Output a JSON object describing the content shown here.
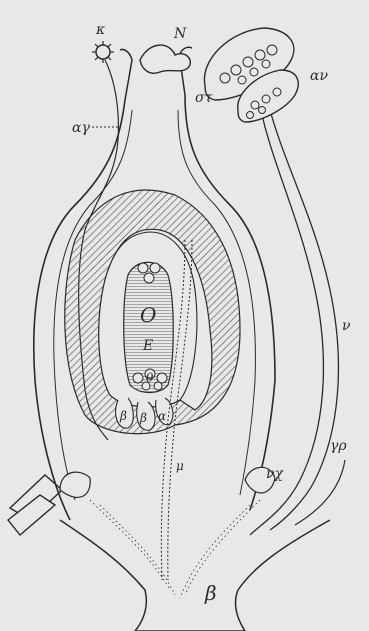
{
  "diagram": {
    "labels": {
      "stigma": "κ",
      "stigma_lobe": "Ν",
      "style": "στ",
      "pollen_tube": "αγ",
      "anther": "αν",
      "filament": "ν",
      "nectary": "νχ",
      "petal": "γρ",
      "micropyle_tube": "μ",
      "embryo_sac_O": "Ο",
      "embryo_sac_E": "Ε",
      "antipodal_beta1": "β",
      "antipodal_beta2": "β",
      "synergid_alpha": "α",
      "egg_theta": "θ",
      "receptacle": "β"
    },
    "colors": {
      "background": "#e8e8e6",
      "ink": "#2a2a2a",
      "hatch": "#5a5a5a"
    }
  }
}
